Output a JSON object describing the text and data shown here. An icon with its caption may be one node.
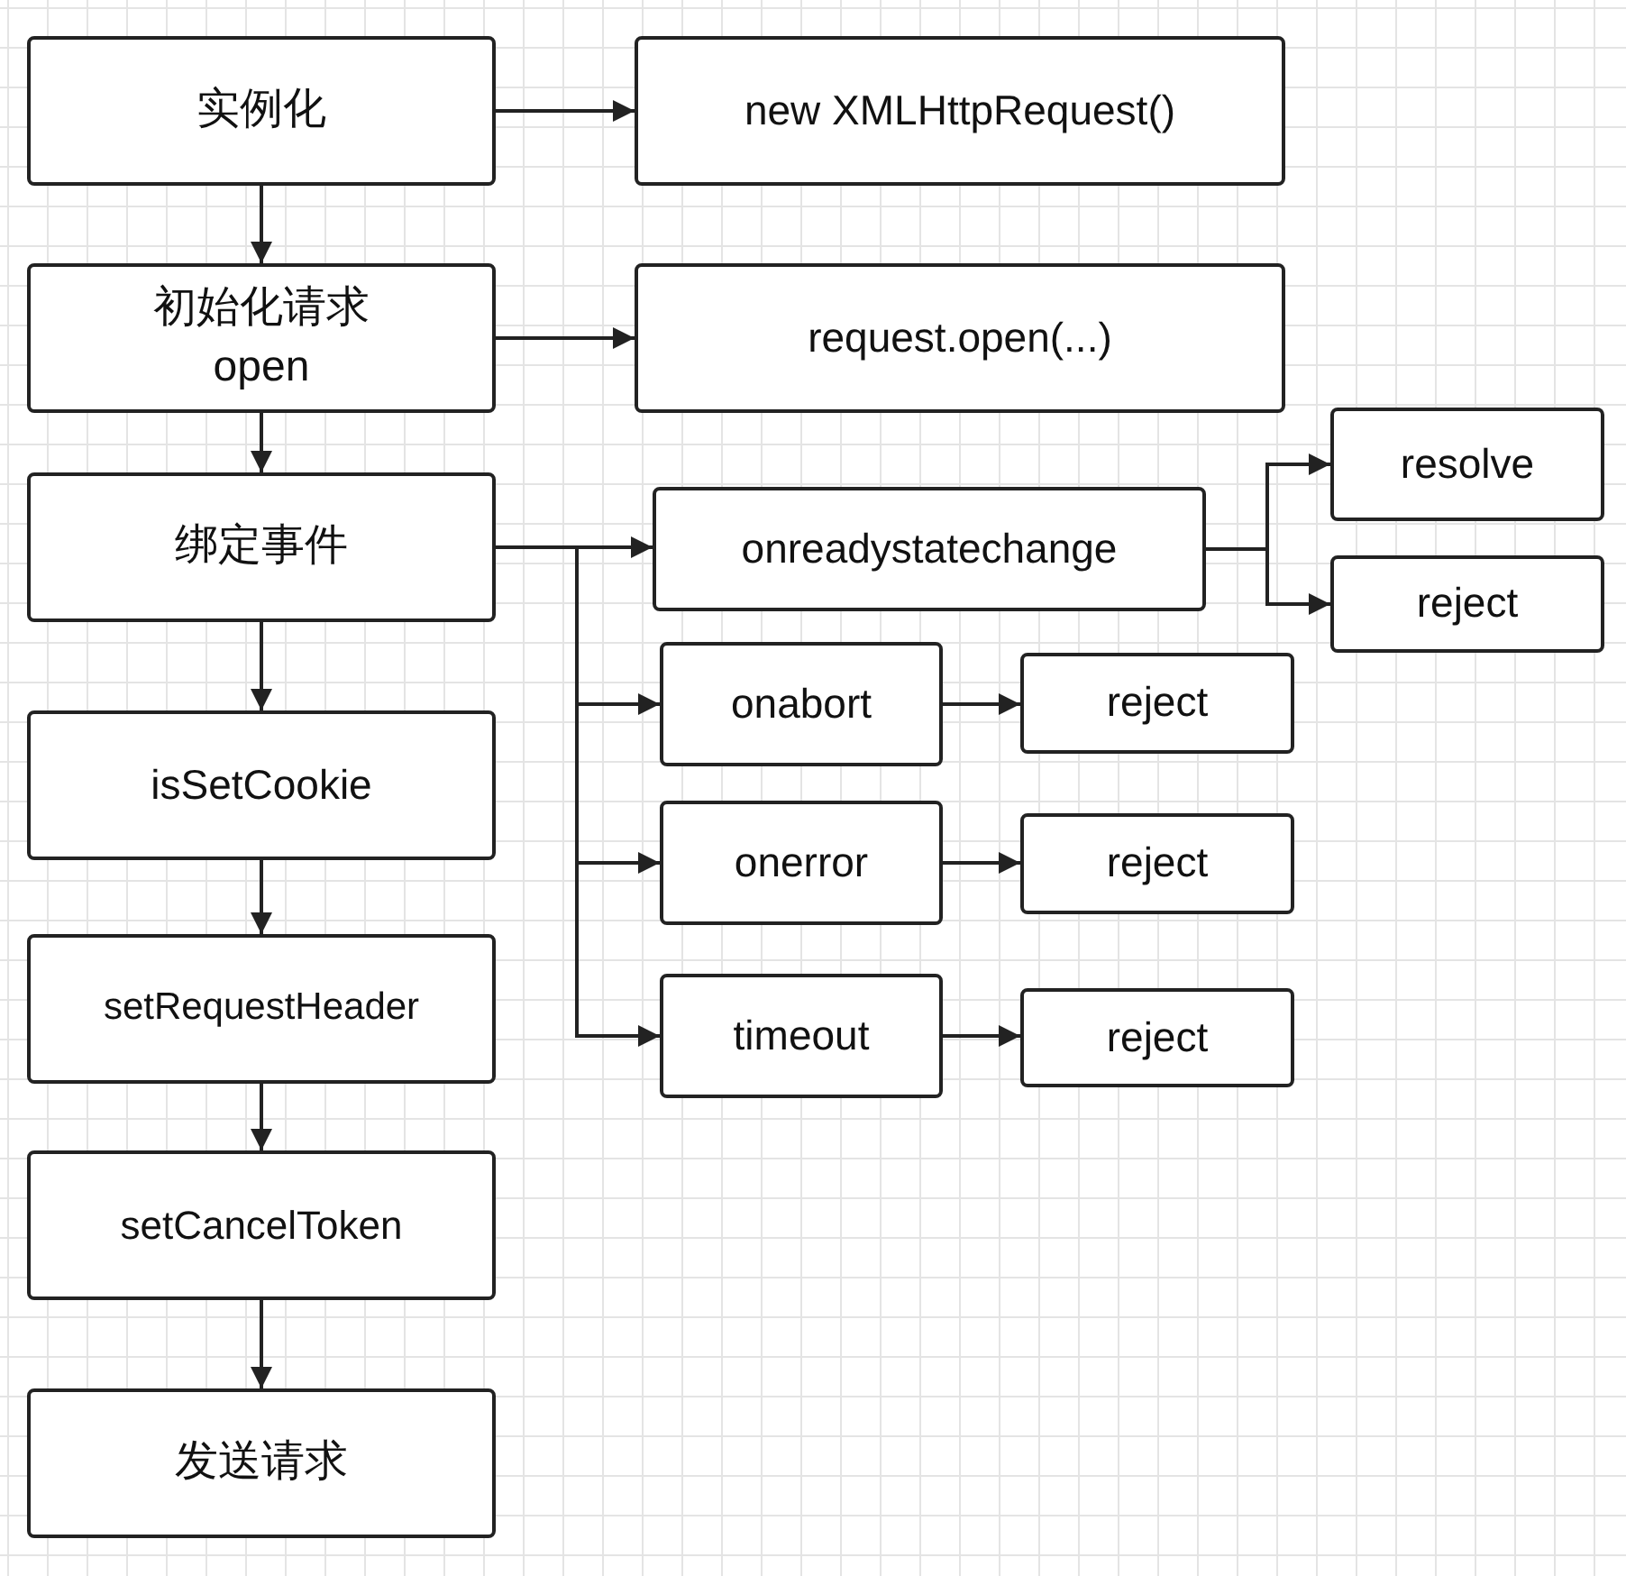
{
  "diagram": {
    "nodes": [
      {
        "text": [
          "实例化"
        ]
      },
      {
        "text": [
          "new XMLHttpRequest()"
        ]
      },
      {
        "text": [
          "初始化请求 open"
        ]
      },
      {
        "text": [
          "request.open(...)"
        ]
      },
      {
        "text": [
          "绑定事件"
        ]
      },
      {
        "text": [
          "onreadystatechange"
        ]
      },
      {
        "text": [
          "resolve"
        ]
      },
      {
        "text": [
          "reject"
        ]
      },
      {
        "text": [
          "isSetCookie"
        ]
      },
      {
        "text": [
          "onabort"
        ]
      },
      {
        "text": [
          "reject"
        ]
      },
      {
        "text": [
          "setRequestHeader"
        ]
      },
      {
        "text": [
          "onerror"
        ]
      },
      {
        "text": [
          "reject"
        ]
      },
      {
        "text": [
          "timeout"
        ]
      },
      {
        "text": [
          "reject"
        ]
      },
      {
        "text": [
          "setCancelToken"
        ]
      },
      {
        "text": [
          "发送请求"
        ]
      }
    ],
    "edges": [
      {
        "from": 0,
        "to": 1,
        "arrow": "to"
      },
      {
        "from": 0,
        "to": 2,
        "arrow": "to"
      },
      {
        "from": 2,
        "to": 3,
        "arrow": "to"
      },
      {
        "from": 2,
        "to": 4,
        "arrow": "to"
      },
      {
        "from": 4,
        "to": 5,
        "arrow": "to"
      },
      {
        "from": 4,
        "to": 9,
        "arrow": "to"
      },
      {
        "from": 4,
        "to": 12,
        "arrow": "to"
      },
      {
        "from": 4,
        "to": 14,
        "arrow": "to"
      },
      {
        "from": 5,
        "to": 6,
        "arrow": "to"
      },
      {
        "from": 5,
        "to": 7,
        "arrow": "to"
      },
      {
        "from": 9,
        "to": 10,
        "arrow": "to"
      },
      {
        "from": 12,
        "to": 13,
        "arrow": "to"
      },
      {
        "from": 14,
        "to": 15,
        "arrow": "to"
      },
      {
        "from": 4,
        "to": 8,
        "arrow": "to"
      },
      {
        "from": 8,
        "to": 11,
        "arrow": "to"
      },
      {
        "from": 11,
        "to": 16,
        "arrow": "to"
      },
      {
        "from": 16,
        "to": 17,
        "arrow": "to"
      }
    ]
  }
}
